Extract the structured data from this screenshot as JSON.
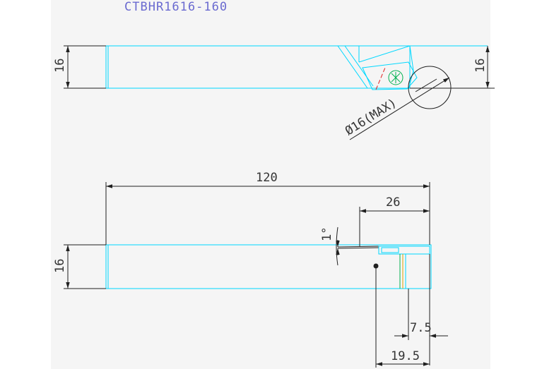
{
  "title": "CTBHR1616-160",
  "top_view": {
    "dim_left_height": "16",
    "dim_right_height": "16",
    "dim_diameter": "Ø16(MAX)"
  },
  "side_view": {
    "dim_length": "120",
    "dim_head_length": "26",
    "dim_angle": "1°",
    "dim_left_height": "16",
    "dim_offset_small": "7.5",
    "dim_offset_large": "19.5"
  },
  "colors": {
    "background": "#ffffff",
    "sheet": "#f5f5f5",
    "outline": "#00d8ff",
    "dimension": "#202020",
    "insert": "#00b050",
    "title": "#6a6ad0",
    "centerline": "#e02020"
  }
}
